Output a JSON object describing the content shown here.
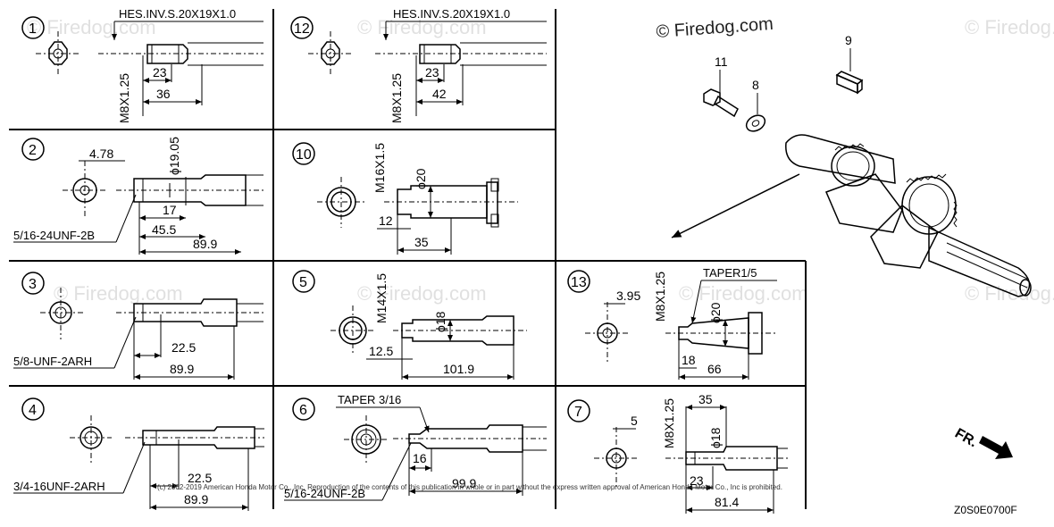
{
  "watermark": {
    "brand": "© Firedog.com",
    "faded": "© Firedog.com"
  },
  "copyright": "(c) 2002-2019 American Honda Motor Co., Inc. Reproduction of the contents of this publication in whole or in part without the express written approval of American Honda Motor Co., Inc is prohibited.",
  "diagram_code": "Z0S0E0700F",
  "direction_label": "FR.",
  "panels": {
    "p1": {
      "id": "1",
      "spec": "HES.INV.S.20X19X1.0",
      "thread": "M8X1.25",
      "d1": "23",
      "d2": "36"
    },
    "p12": {
      "id": "12",
      "spec": "HES.INV.S.20X19X1.0",
      "thread": "M8X1.25",
      "d1": "23",
      "d2": "42"
    },
    "p2": {
      "id": "2",
      "thread": "5/16-24UNF-2B",
      "dia": "ϕ19.05",
      "d0": "4.78",
      "d1": "17",
      "d2": "45.5",
      "d3": "89.9"
    },
    "p10": {
      "id": "10",
      "thread": "M16X1.5",
      "dia": "ϕ20",
      "d1": "12",
      "d2": "35"
    },
    "p3": {
      "id": "3",
      "thread": "5/8-UNF-2ARH",
      "d1": "22.5",
      "d2": "89.9"
    },
    "p5": {
      "id": "5",
      "thread": "M14X1.5",
      "dia": "ϕ18",
      "d1": "12.5",
      "d2": "101.9"
    },
    "p13": {
      "id": "13",
      "thread": "M8X1.25",
      "taper": "TAPER1/5",
      "dia": "ϕ20",
      "d0": "3.95",
      "d1": "18",
      "d2": "66"
    },
    "p4": {
      "id": "4",
      "thread": "3/4-16UNF-2ARH",
      "d1": "22.5",
      "d2": "89.9"
    },
    "p6": {
      "id": "6",
      "taper": "TAPER 3/16",
      "thread": "5/16-24UNF-2B",
      "d1": "16",
      "d2": "99.9"
    },
    "p7": {
      "id": "7",
      "thread": "M8X1.25",
      "dia": "ϕ18",
      "d0": "5",
      "d1": "35",
      "d2": "23",
      "d3": "81.4"
    }
  },
  "parts": {
    "p9": "9",
    "p11": "11",
    "p8": "8"
  }
}
